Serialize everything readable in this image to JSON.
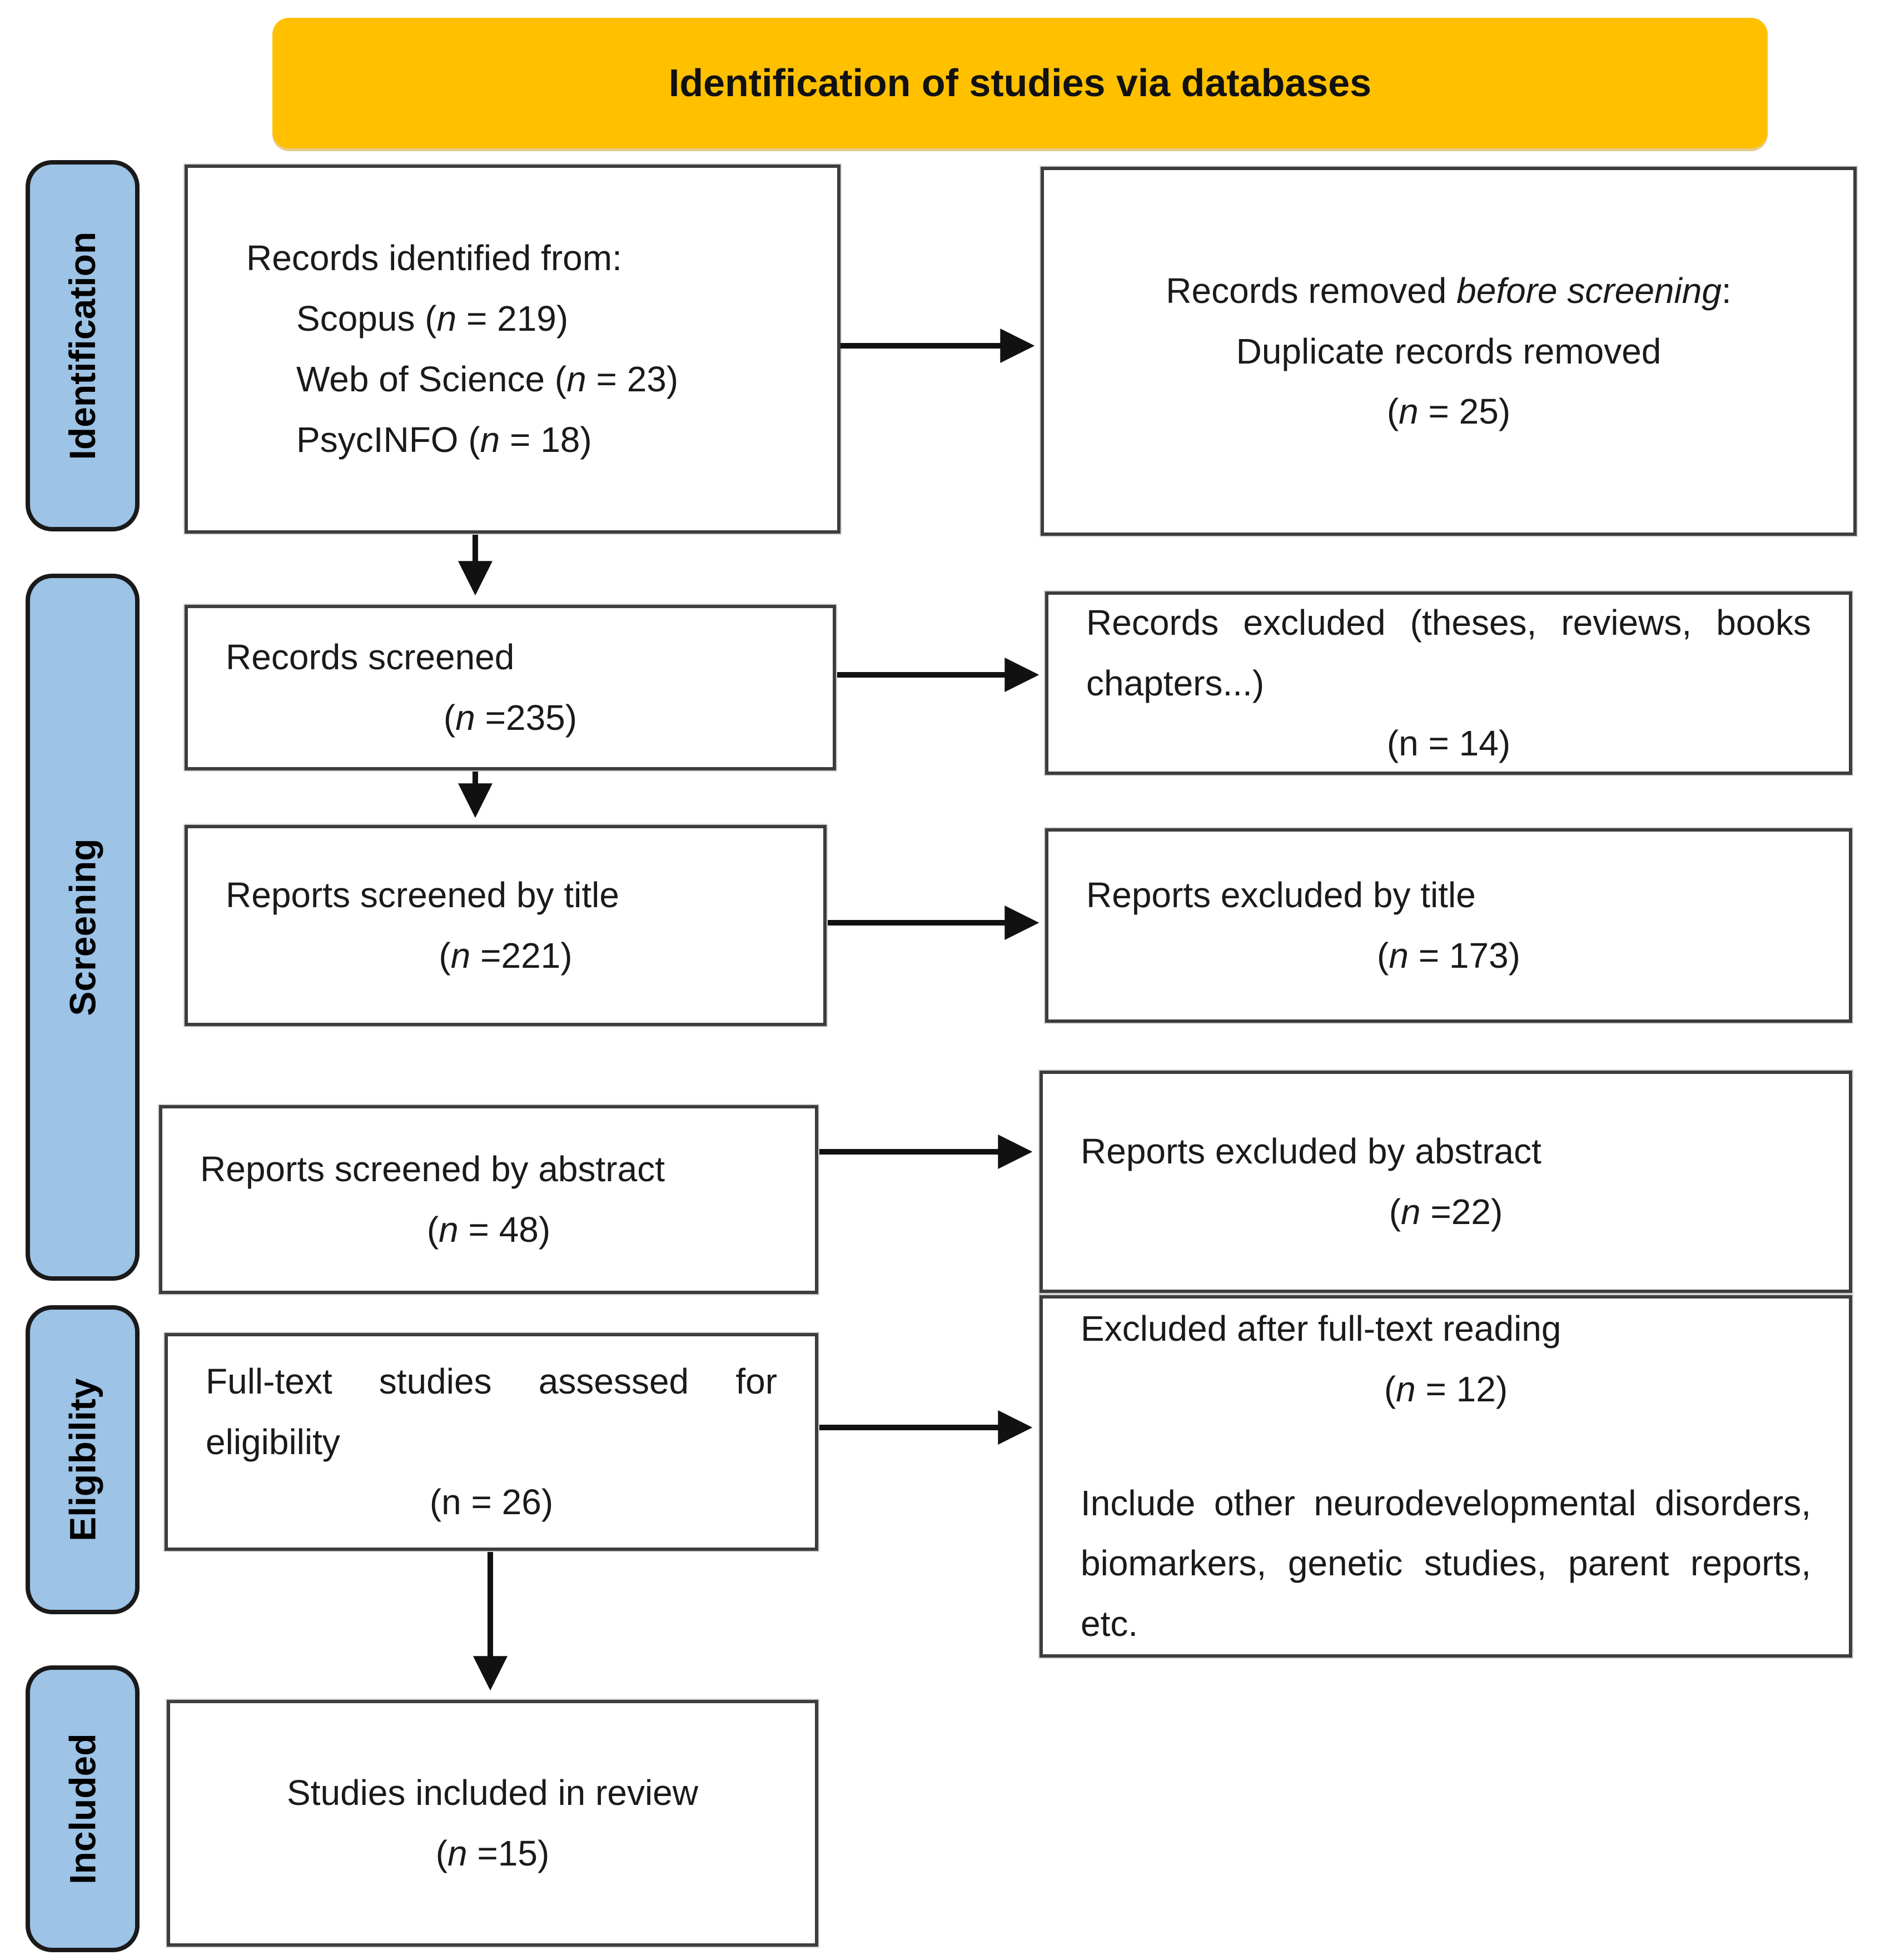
{
  "banner": {
    "title": "Identification of studies via databases"
  },
  "stages": [
    {
      "label": "Identification"
    },
    {
      "label": "Screening"
    },
    {
      "label": "Eligibility"
    },
    {
      "label": "Included"
    }
  ],
  "colors": {
    "banner_bg": "#FFC000",
    "stage_fill": "#9DC3E6",
    "stage_border": "#1a1a1a",
    "box_border": "#3d3d3d",
    "arrow": "#111111",
    "text": "#1a1a1a"
  },
  "boxes": [
    {
      "id": "records-identified",
      "lines": [
        {
          "align": "left",
          "segs": [
            {
              "t": "Records identified from:"
            }
          ]
        },
        {
          "align": "left",
          "indent": true,
          "segs": [
            {
              "t": "Scopus ("
            },
            {
              "t": "n",
              "i": true
            },
            {
              "t": " = 219)"
            }
          ]
        },
        {
          "align": "left",
          "indent": true,
          "segs": [
            {
              "t": "Web of Science ("
            },
            {
              "t": "n",
              "i": true
            },
            {
              "t": " = 23)"
            }
          ]
        },
        {
          "align": "left",
          "indent": true,
          "segs": [
            {
              "t": "PsycINFO ("
            },
            {
              "t": "n",
              "i": true
            },
            {
              "t": " = 18)"
            }
          ]
        }
      ]
    },
    {
      "id": "records-removed-before-screening",
      "lines": [
        {
          "align": "center",
          "segs": [
            {
              "t": "Records removed "
            },
            {
              "t": "before screening",
              "i": true
            },
            {
              "t": ":"
            }
          ]
        },
        {
          "align": "center",
          "segs": [
            {
              "t": "Duplicate records removed"
            }
          ]
        },
        {
          "align": "center",
          "segs": [
            {
              "t": "("
            },
            {
              "t": "n",
              "i": true
            },
            {
              "t": " = 25)"
            }
          ]
        }
      ]
    },
    {
      "id": "records-screened",
      "lines": [
        {
          "align": "left",
          "segs": [
            {
              "t": "Records screened"
            }
          ]
        },
        {
          "align": "center",
          "segs": [
            {
              "t": "("
            },
            {
              "t": "n",
              "i": true
            },
            {
              "t": " =235)"
            }
          ]
        }
      ]
    },
    {
      "id": "records-excluded",
      "lines": [
        {
          "align": "justify",
          "segs": [
            {
              "t": "Records excluded (theses, reviews, books chapters...)"
            }
          ]
        },
        {
          "align": "center",
          "segs": [
            {
              "t": "(n = 14)"
            }
          ]
        }
      ]
    },
    {
      "id": "reports-screened-by-title",
      "lines": [
        {
          "align": "left",
          "segs": [
            {
              "t": "Reports screened by title"
            }
          ]
        },
        {
          "align": "center",
          "segs": [
            {
              "t": "("
            },
            {
              "t": "n",
              "i": true
            },
            {
              "t": " =221)"
            }
          ]
        }
      ]
    },
    {
      "id": "reports-excluded-by-title",
      "lines": [
        {
          "align": "left",
          "segs": [
            {
              "t": "Reports excluded by title"
            }
          ]
        },
        {
          "align": "center",
          "segs": [
            {
              "t": "("
            },
            {
              "t": "n",
              "i": true
            },
            {
              "t": " = 173)"
            }
          ]
        }
      ]
    },
    {
      "id": "reports-screened-by-abstract",
      "lines": [
        {
          "align": "left",
          "segs": [
            {
              "t": "Reports screened by abstract"
            }
          ]
        },
        {
          "align": "center",
          "segs": [
            {
              "t": "("
            },
            {
              "t": "n",
              "i": true
            },
            {
              "t": " = 48)"
            }
          ]
        }
      ]
    },
    {
      "id": "reports-excluded-by-abstract",
      "lines": [
        {
          "align": "left",
          "segs": [
            {
              "t": "Reports excluded by abstract"
            }
          ]
        },
        {
          "align": "center",
          "segs": [
            {
              "t": "("
            },
            {
              "t": "n",
              "i": true
            },
            {
              "t": " =22)"
            }
          ]
        }
      ]
    },
    {
      "id": "full-text-assessed",
      "lines": [
        {
          "align": "justify",
          "segs": [
            {
              "t": "Full-text studies assessed for eligibility"
            }
          ]
        },
        {
          "align": "center",
          "segs": [
            {
              "t": "(n = 26)"
            }
          ]
        }
      ]
    },
    {
      "id": "excluded-after-full-text",
      "lines": [
        {
          "align": "left",
          "segs": [
            {
              "t": "Excluded after full-text reading"
            }
          ]
        },
        {
          "align": "center",
          "segs": [
            {
              "t": "("
            },
            {
              "t": "n",
              "i": true
            },
            {
              "t": " = 12)"
            }
          ]
        },
        {
          "align": "left",
          "spacer": true,
          "segs": []
        },
        {
          "align": "justify",
          "segs": [
            {
              "t": "Include other neurodevelopmental disorders, biomarkers, genetic studies, parent reports, etc."
            }
          ]
        }
      ]
    },
    {
      "id": "studies-included",
      "lines": [
        {
          "align": "center",
          "segs": [
            {
              "t": "Studies included in review"
            }
          ]
        },
        {
          "align": "center",
          "segs": [
            {
              "t": "("
            },
            {
              "t": "n",
              "i": true
            },
            {
              "t": " =15)"
            }
          ]
        }
      ]
    }
  ]
}
